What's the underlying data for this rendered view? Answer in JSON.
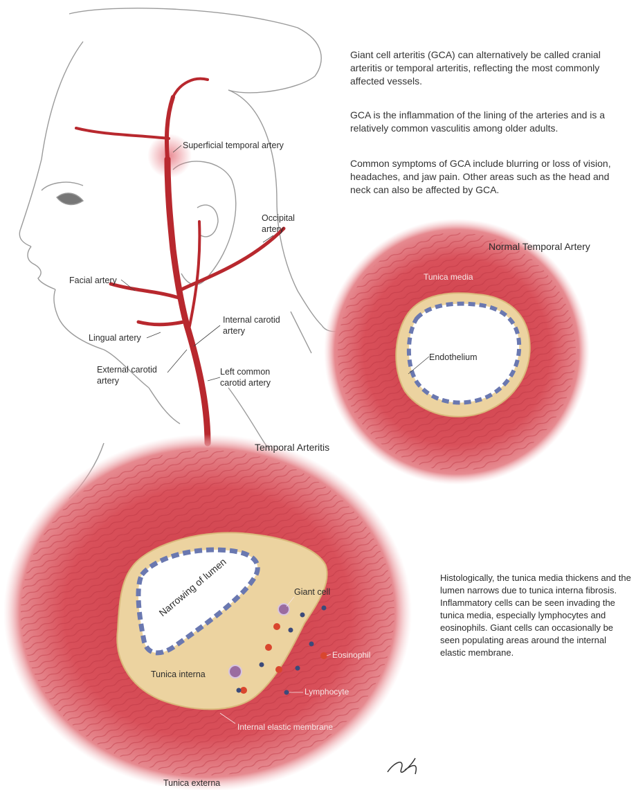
{
  "intro": {
    "p1": "Giant cell arteritis (GCA) can alternatively be called cranial arteritis or temporal arteritis, reflecting the most commonly affected vessels.",
    "p2": "GCA is the inflammation of the lining of the arteries and is a relatively common vasculitis among older adults.",
    "p3": "Common symptoms of GCA include blurring or loss of vision, headaches, and jaw pain. Other areas such as the head and neck can also be affected by GCA."
  },
  "head_labels": {
    "superficial_temporal": "Superficial temporal artery",
    "occipital_1": "Occipital",
    "occipital_2": "artery",
    "facial": "Facial artery",
    "lingual": "Lingual artery",
    "internal_carotid_1": "Internal carotid",
    "internal_carotid_2": "artery",
    "external_carotid_1": "External carotid",
    "external_carotid_2": "artery",
    "left_common_1": "Left common",
    "left_common_2": "carotid artery"
  },
  "normal": {
    "title": "Normal Temporal Artery",
    "tunica_media": "Tunica media",
    "endothelium": "Endothelium"
  },
  "arteritis": {
    "title": "Temporal Arteritis",
    "narrowing": "Narrowing of lumen",
    "giant_cell": "Giant cell",
    "eosinophil": "Eosinophil",
    "lymphocyte": "Lymphocyte",
    "tunica_interna": "Tunica interna",
    "internal_elastic": "Internal elastic membrane",
    "tunica_externa": "Tunica externa"
  },
  "histology": "Histologically, the tunica media thickens and the lumen narrows due to tunica interna fibrosis. Inflammatory cells can be seen invading the tunica media, especially lymphocytes and eosinophils. Giant cells can occasionally be seen populating areas around the internal elastic membrane.",
  "colors": {
    "artery_red": "#b8282e",
    "vessel_wall": "#d9505a",
    "interna": "#ecd3a0",
    "endothelium_blue": "#6a78b0"
  }
}
